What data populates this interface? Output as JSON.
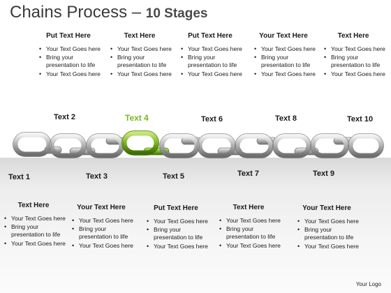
{
  "title": {
    "main": "Chains Process – ",
    "sub": "10 Stages"
  },
  "top_blocks": [
    {
      "heading": "Put Text Here",
      "bullets": [
        "Your Text Goes here",
        "Bring your presentation to life",
        "Your Text Goes here"
      ]
    },
    {
      "heading": "Text Here",
      "bullets": [
        "Your Text Goes here",
        "Bring your presentation to life",
        "Your Text Goes here"
      ]
    },
    {
      "heading": "Put Text Here",
      "bullets": [
        "Your Text Goes here",
        "Bring your presentation to life",
        "Your Text Goes here"
      ]
    },
    {
      "heading": "Your Text Here",
      "bullets": [
        "Your Text Goes here",
        "Bring your presentation to life",
        "Your Text Goes here"
      ]
    },
    {
      "heading": "Text Here",
      "bullets": [
        "Your Text Goes here",
        "Bring your presentation to life",
        "Your Text Goes here"
      ]
    }
  ],
  "bottom_blocks": [
    {
      "heading": "Text Here",
      "bullets": [
        "Your Text Goes here",
        "Bring your presentation to life",
        "Your Text Goes here"
      ]
    },
    {
      "heading": "Your Text Here",
      "bullets": [
        "Your Text Goes here",
        "Bring your presentation to life",
        "Your Text Goes here"
      ]
    },
    {
      "heading": "Put Text Here",
      "bullets": [
        "Your Text Goes here",
        "Bring your presentation to life",
        "Your Text Goes here"
      ]
    },
    {
      "heading": "Text Here",
      "bullets": [
        "Your Text Goes here",
        "Bring your presentation to life",
        "Your Text Goes here"
      ]
    },
    {
      "heading": "Your Text Here",
      "bullets": [
        "Your Text Goes here",
        "Bring your presentation to life",
        "Your Text Goes here"
      ]
    }
  ],
  "stages": [
    "Text 1",
    "Text 2",
    "Text 3",
    "Text 4",
    "Text 5",
    "Text 6",
    "Text 7",
    "Text 8",
    "Text 9",
    "Text 10"
  ],
  "highlight_stage": "Text 4",
  "colors": {
    "link": "#b8b8b8",
    "highlight": "#7ab51d",
    "floor": "#e8e8e8"
  },
  "logo": "Your Logo"
}
